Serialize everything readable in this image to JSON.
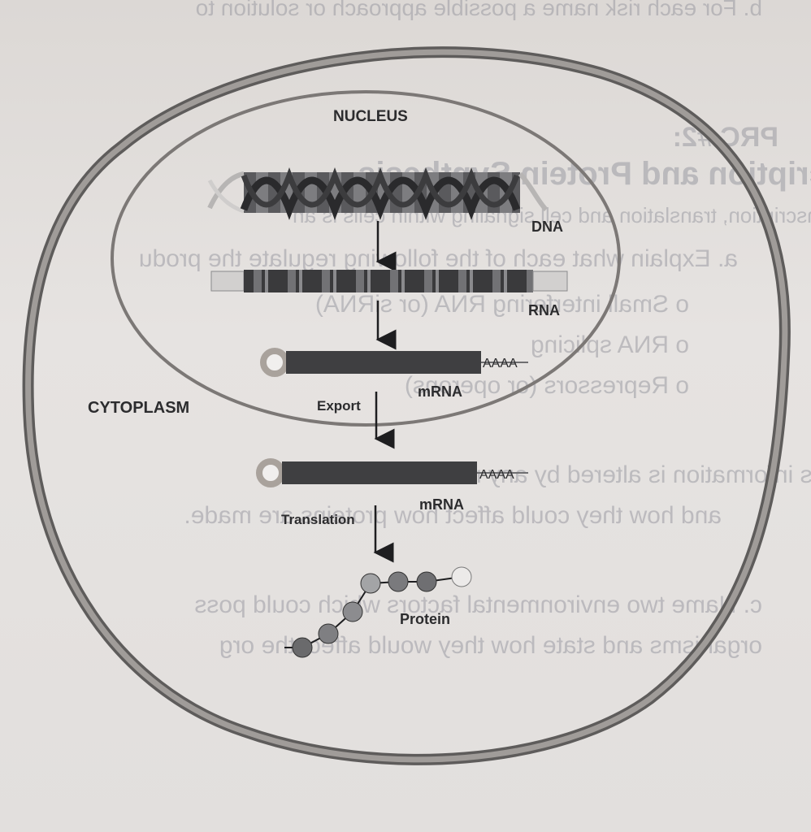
{
  "bleed_through_lines": [
    "b.  For each risk name a possible approach or solution to",
    "PRC #2:",
    "Mutations and DNA: Transcription and Protein Synthesis",
    "transcription, translation and cell signaling within cells is an",
    "a.  Explain what each of the following regulate the produ",
    "o  Small interfering RNA (or siRNA)",
    "o  RNA splicing",
    "o  Repressors (or operons)",
    "b.  All of this information is altered by any mutation",
    "and how they could affect how proteins are made.",
    "c.  Name two environmental factors which could poss",
    "organisms and state how they would affect the org"
  ],
  "diagram": {
    "nucleus_label": "NUCLEUS",
    "cytoplasm_label": "CYTOPLASM",
    "dna_label": "DNA",
    "rna_label": "RNA",
    "mrna_label_nucleus": "mRNA",
    "mrna_label_cytoplasm": "mRNA",
    "poly_a_nucleus": "AAAA",
    "poly_a_cytoplasm": "AAAA",
    "export_label": "Export",
    "translation_label": "Translation",
    "protein_label": "Protein"
  },
  "colors": {
    "cell_membrane": "#7a7776",
    "strand_dark": "#3b3b3d",
    "strand_mid": "#6f6f71",
    "helix": "#2a2a2c",
    "cap_ring": "#b8b2ad",
    "bead_dark": "#6a6a6c",
    "bead_light": "#a3a4a6"
  }
}
